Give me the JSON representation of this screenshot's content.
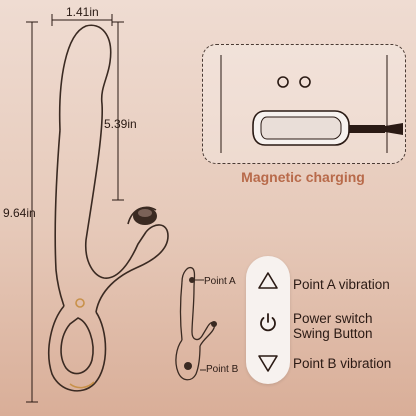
{
  "dimensions": {
    "width": "1.41in",
    "shaft": "5.39in",
    "total": "9.64in"
  },
  "magnetic": {
    "label": "Magnetic charging"
  },
  "diagram": {
    "point_a": "Point A",
    "point_b": "Point B"
  },
  "controls": {
    "up_label": "Point A vibration",
    "power_line1": "Power switch",
    "power_line2": "Swing Button",
    "down_label": "Point B vibration"
  },
  "icons": {
    "up": "triangle-up-icon",
    "power": "power-icon",
    "down": "triangle-down-icon"
  }
}
